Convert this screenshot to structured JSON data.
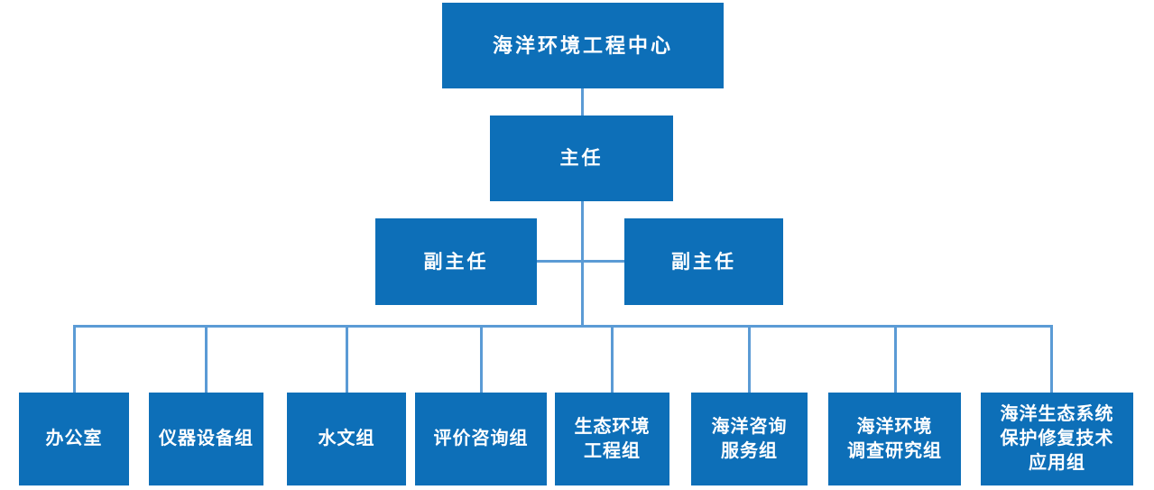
{
  "org_chart": {
    "root": {
      "label": "海洋环境工程中心"
    },
    "director": {
      "label": "主任"
    },
    "deputies": [
      {
        "label": "副主任"
      },
      {
        "label": "副主任"
      }
    ],
    "groups": [
      {
        "label": "办公室"
      },
      {
        "label": "仪器设备组"
      },
      {
        "label": "水文组"
      },
      {
        "label": "评价咨询组"
      },
      {
        "label": "生态环境\n工程组"
      },
      {
        "label": "海洋咨询\n服务组"
      },
      {
        "label": "海洋环境\n调查研究组"
      },
      {
        "label": "海洋生态系统\n保护修复技术\n应用组"
      }
    ],
    "colors": {
      "box_fill": "#0d6fb8",
      "box_text": "#ffffff",
      "connector": "#5b9bd5",
      "background": "#ffffff"
    }
  }
}
